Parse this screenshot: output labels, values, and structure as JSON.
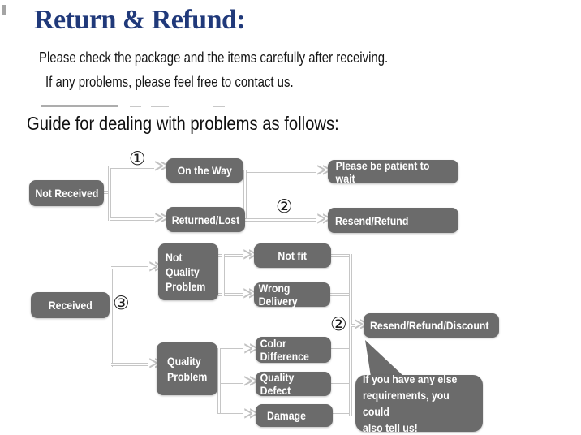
{
  "header": {
    "title": "Return & Refund:",
    "intro_line1": "Please check the package and the items carefully after receiving.",
    "intro_line2": "If any problems, please feel free to contact us.",
    "guide_heading": "Guide for dealing with problems as follows:"
  },
  "colors": {
    "title_navy": "#20397a",
    "node_gray": "#6b6b6b",
    "node_text": "#ffffff",
    "connector_gray": "#c6c6c6",
    "body_text": "#161616"
  },
  "flowchart": {
    "arrow_glyph": "≫",
    "markers": {
      "step1": "①",
      "step2_top": "②",
      "step3": "③",
      "step2_bottom": "②"
    },
    "nodes": {
      "not_received": "Not Received",
      "on_the_way": "On the Way",
      "returned_lost": "Returned/Lost",
      "be_patient": "Please be patient to wait",
      "resend_refund": "Resend/Refund",
      "not_quality_problem": "Not\nQuality\nProblem",
      "received": "Received",
      "not_fit": "Not fit",
      "wrong_delivery": "Wrong Delivery",
      "quality_problem": "Quality\nProblem",
      "color_difference": "Color Difference",
      "quality_defect": "Quality Defect",
      "damage": "Damage",
      "resend_refund_discount": "Resend/Refund/Discount",
      "note_bubble": "If you have any else\nrequirements, you could\nalso tell us!"
    }
  }
}
